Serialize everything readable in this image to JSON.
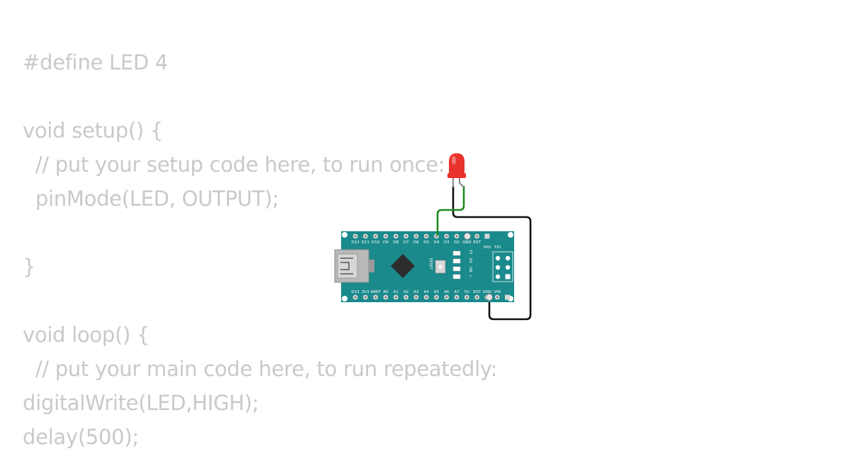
{
  "code": {
    "lines": [
      "#define LED 4",
      "",
      "void setup() {",
      "  // put your setup code here, to run once:",
      "  pinMode(LED, OUTPUT);",
      "",
      "}",
      "",
      "void loop() {",
      "  // put your main code here, to run repeatedly:",
      "digitalWrite(LED,HIGH);",
      "delay(500);"
    ]
  },
  "board": {
    "top_pins": [
      "D12",
      "D11",
      "D10",
      "D9",
      "D8",
      "D7",
      "D6",
      "D5",
      "D4",
      "D3",
      "D2",
      "GND",
      "RST"
    ],
    "bottom_pins": [
      "D13",
      "3V3",
      "AREF",
      "A0",
      "A1",
      "A2",
      "A3",
      "A4",
      "A5",
      "A6",
      "A7",
      "5V",
      "RST",
      "GND",
      "VIN"
    ],
    "header_labels": [
      "RX0",
      "TX1"
    ],
    "reset_label": "RESET",
    "led_labels": [
      "TX",
      "RX",
      "ON",
      "L"
    ],
    "colors": {
      "pcb": "#1a8a8c",
      "led": "#e8322b",
      "signal_wire": "#1e8a1e",
      "ground_wire": "#111111"
    }
  }
}
